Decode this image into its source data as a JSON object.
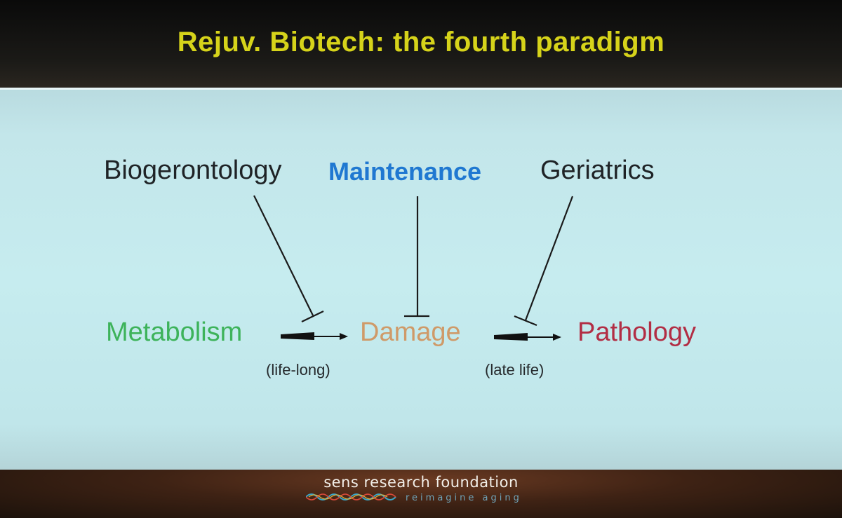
{
  "slide": {
    "title": "Rejuv. Biotech: the fourth paradigm"
  },
  "diagram": {
    "top_labels": {
      "biogerontology": "Biogerontology",
      "maintenance": "Maintenance",
      "geriatrics": "Geriatrics"
    },
    "bottom_labels": {
      "metabolism": "Metabolism",
      "damage": "Damage",
      "pathology": "Pathology"
    },
    "arrow_notes": {
      "left": "(life-long)",
      "right": "(late life)"
    },
    "colors": {
      "metabolism": "#3db35a",
      "damage": "#cf9a68",
      "pathology": "#b22d44",
      "maintenance": "#1f78d1",
      "text_dark": "#1f2326",
      "title": "#d6d31a"
    }
  },
  "footer": {
    "organization": "sens research foundation",
    "tagline": "reimagine aging"
  }
}
